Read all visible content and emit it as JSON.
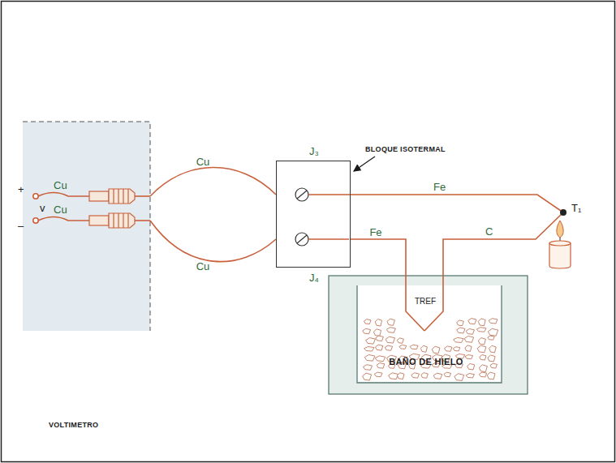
{
  "diagram": {
    "nodes": [
      {
        "text": [
          "VOLTIMETRO"
        ]
      },
      {
        "text": [
          "J₃",
          "J₄"
        ]
      },
      {
        "text": [
          "BAÑO DE HIELO"
        ]
      }
    ],
    "edges": [
      {
        "from": 0,
        "to": 1,
        "arrow": "none",
        "label": "Cu"
      },
      {
        "from": 0,
        "to": 1,
        "arrow": "none",
        "label": "Cu"
      },
      {
        "from": 1,
        "to": 2,
        "arrow": "none",
        "label": "Fe"
      }
    ],
    "labels": [
      "Cu",
      "Cu",
      "+",
      "v",
      "–",
      "BLOQUE ISOTERMAL",
      "Fe",
      "C",
      "T₁",
      "TREF"
    ]
  }
}
